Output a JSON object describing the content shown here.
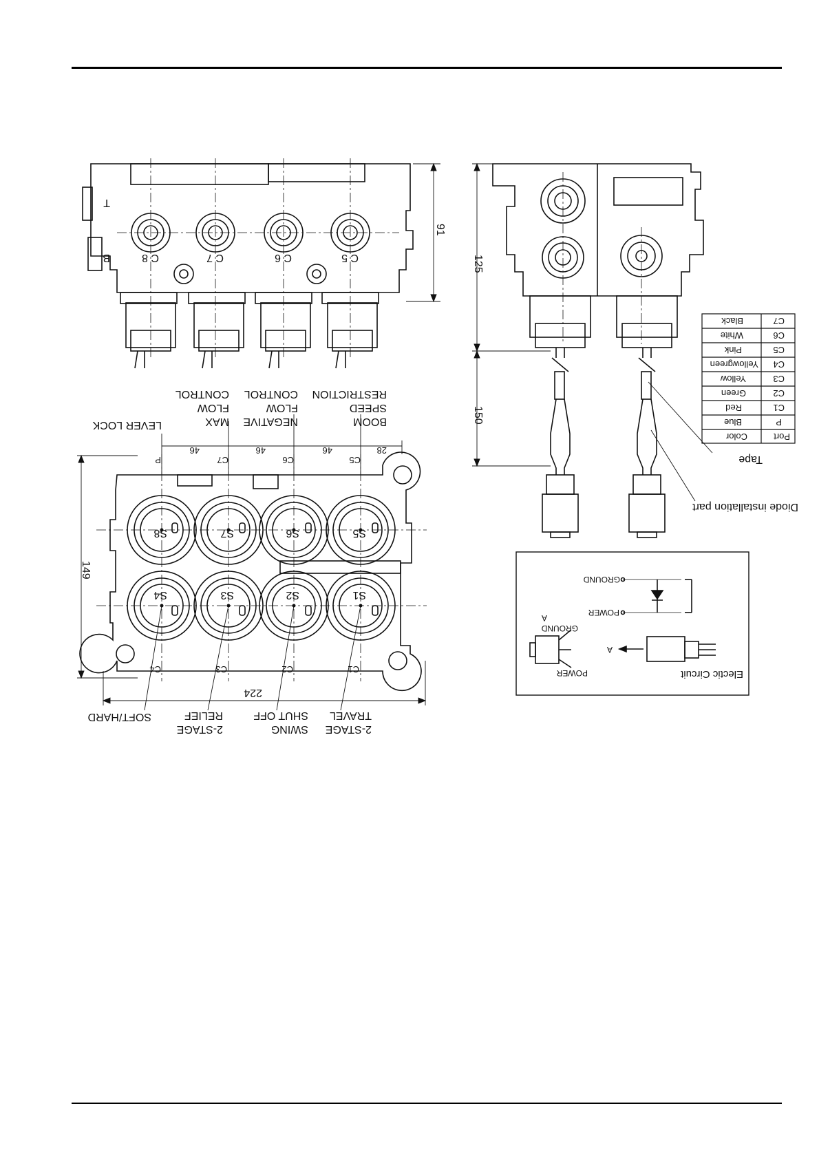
{
  "solenoid_labels": {
    "boom": [
      "BOOM",
      "SPEED",
      "RESTRICTION"
    ],
    "negative": [
      "NEGATIVE",
      "FLOW",
      "CONTROL"
    ],
    "max": [
      "MAX",
      "FLOW",
      "CONTROL"
    ],
    "lever": [
      "LEVER LOCK"
    ],
    "travel": [
      "2-STAGE",
      "TRAVEL"
    ],
    "swing": [
      "SWING",
      "SHUT OFF"
    ],
    "relief": [
      "2-STAGE",
      "RELIEF"
    ],
    "soft": [
      "SOFT/HARD"
    ]
  },
  "ports_top": {
    "c5": "C 5",
    "c6": "C 6",
    "c7": "C 7",
    "c8": "C 8",
    "b": "B",
    "t": "T"
  },
  "ports_plan": {
    "p": "P",
    "c7": "C7",
    "c6": "C6",
    "c5": "C5",
    "c1": "C1",
    "c2": "C2",
    "c3": "C3",
    "c4": "C4"
  },
  "solenoids": {
    "s1": "S1",
    "s2": "S2",
    "s3": "S3",
    "s4": "S4",
    "s5": "S5",
    "s6": "S6",
    "s7": "S7",
    "s8": "S8"
  },
  "dimensions": {
    "d91": "91",
    "d125": "125",
    "d150": "150",
    "d149": "149",
    "d224": "224",
    "d46a": "46",
    "d46b": "46",
    "d46c": "46",
    "d28": "28"
  },
  "color_table": {
    "headers": [
      "Port",
      "Color"
    ],
    "rows": [
      [
        "P",
        "Blue"
      ],
      [
        "C1",
        "Red"
      ],
      [
        "C2",
        "Green"
      ],
      [
        "C3",
        "Yellow"
      ],
      [
        "C4",
        "Yellowgreen"
      ],
      [
        "C5",
        "Pink"
      ],
      [
        "C6",
        "White"
      ],
      [
        "C7",
        "Black"
      ]
    ]
  },
  "annotations": {
    "tape": "Tape",
    "diode": "Diode installation part"
  },
  "circuit": {
    "title": "Electic Circuit",
    "power": "POWER",
    "ground": "GROUND",
    "power2": "POWER",
    "ground2": "GROUND",
    "a1": "A",
    "a2": "A"
  }
}
